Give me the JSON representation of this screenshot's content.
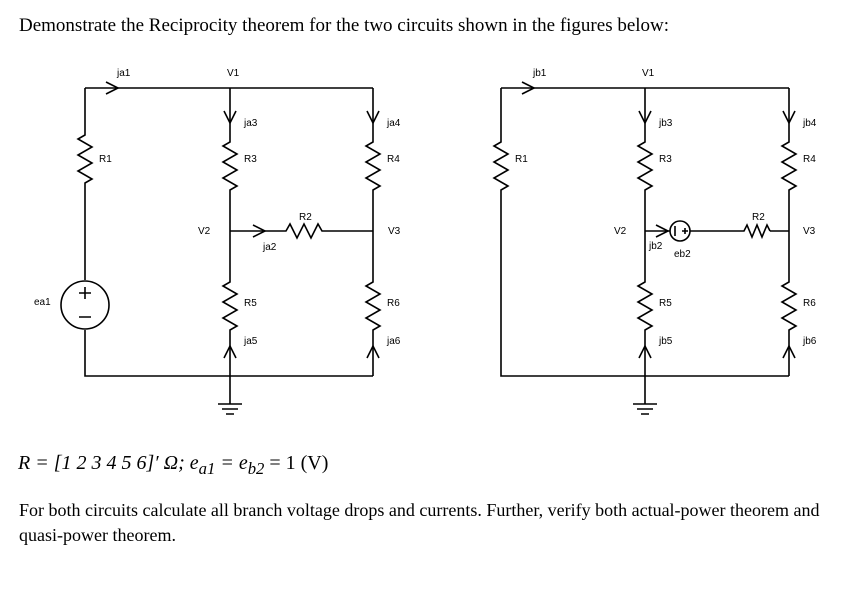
{
  "problem": {
    "intro": "Demonstrate the Reciprocity theorem for the two circuits shown in the figures below:",
    "params_R": "R = [1 2 3 4 5 6]′ Ω; ",
    "params_e": "e",
    "params_a1": "a1",
    "params_eq": " = e",
    "params_b2": "b2",
    "params_val": " =  1 (V)",
    "task": "For both circuits calculate all branch voltage drops and currents. Further, verify both actual-power theorem and quasi-power theorem."
  },
  "circuit_a": {
    "labels": {
      "ja1": "ja1",
      "V1": "V1",
      "ja3": "ja3",
      "ja4": "ja4",
      "R1": "R1",
      "R3": "R3",
      "R4": "R4",
      "R2": "R2",
      "V2": "V2",
      "V3": "V3",
      "ja2": "ja2",
      "ea1": "ea1",
      "R5": "R5",
      "R6": "R6",
      "ja5": "ja5",
      "ja6": "ja6"
    }
  },
  "circuit_b": {
    "labels": {
      "jb1": "jb1",
      "V1": "V1",
      "jb3": "jb3",
      "jb4": "jb4",
      "R1": "R1",
      "R3": "R3",
      "R4": "R4",
      "R2": "R2",
      "V2": "V2",
      "V3": "V3",
      "jb2": "jb2",
      "eb2": "eb2",
      "R5": "R5",
      "R6": "R6",
      "jb5": "jb5",
      "jb6": "jb6"
    }
  }
}
